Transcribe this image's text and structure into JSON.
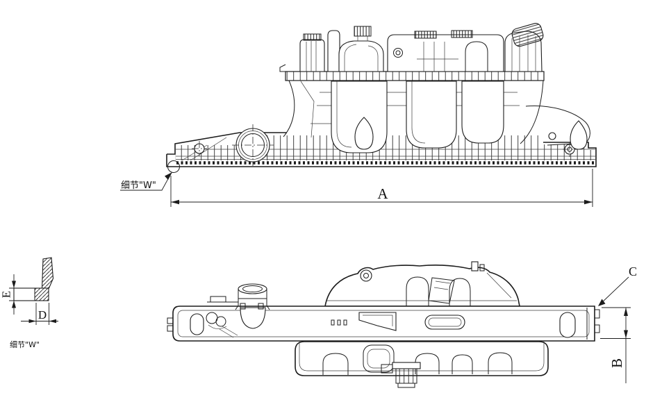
{
  "drawing": {
    "background": "#ffffff",
    "ink_color": "#1c1c1c",
    "labels": {
      "dim_a": "A",
      "dim_b": "B",
      "dim_c": "C",
      "dim_d": "D",
      "dim_e": "E",
      "detail_callout": "细节\"W\"",
      "detail_caption": "细节\"W\""
    }
  }
}
